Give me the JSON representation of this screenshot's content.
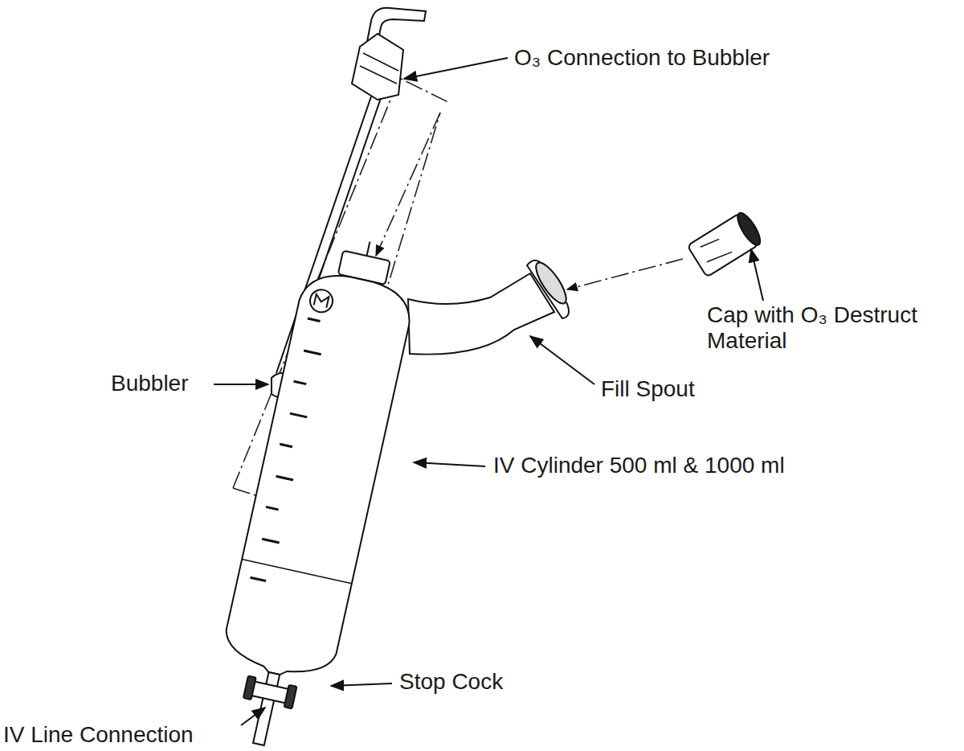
{
  "diagram": {
    "labels": [
      "O₃ Connection to Bubbler",
      "Cap with O₃ Destruct Material",
      "Bubbler",
      "Fill Spout",
      "IV Cylinder 500 ml & 1000 ml",
      "Stop Cock",
      "IV Line Connection"
    ]
  }
}
